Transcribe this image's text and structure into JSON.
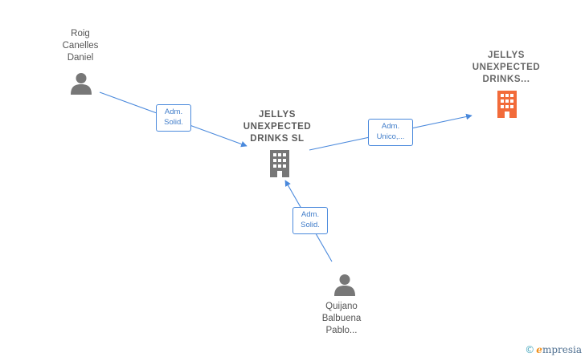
{
  "nodes": {
    "person_roig": {
      "label": "Roig\nCanelles\nDaniel",
      "icon": "person-icon"
    },
    "person_quijano": {
      "label": "Quijano\nBalbuena\nPablo...",
      "icon": "person-icon"
    },
    "company_sl": {
      "label": "JELLYS\nUNEXPECTED\nDRINKS  SL",
      "icon": "building-icon"
    },
    "company_main": {
      "label": "JELLYS\nUNEXPECTED\nDRINKS...",
      "icon": "building-icon"
    }
  },
  "edges": {
    "roig_to_sl": {
      "label": "Adm.\nSolid."
    },
    "quijano_to_sl": {
      "label": "Adm.\nSolid."
    },
    "sl_to_main": {
      "label": "Adm.\nUnico,..."
    }
  },
  "brand": {
    "copyright": "©",
    "initial": "e",
    "name": "mpresia"
  },
  "colors": {
    "edge": "#4a89dc",
    "node_icon": "#777777",
    "highlight_icon": "#f26b3a",
    "brand_orange": "#f0901c"
  }
}
